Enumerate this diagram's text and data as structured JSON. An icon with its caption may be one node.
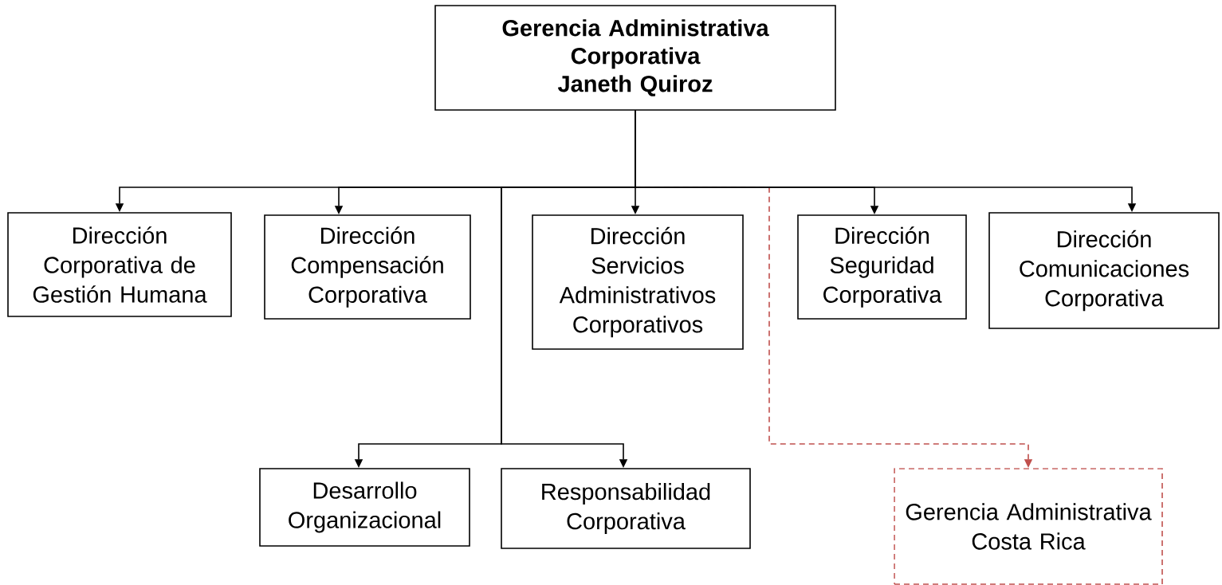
{
  "diagram": {
    "nodes": [
      {
        "text": [
          "Gerencia Administrativa Corporativa",
          "Janeth Quiroz"
        ]
      },
      {
        "text": [
          "Dirección Corporativa de Gestión Humana"
        ]
      },
      {
        "text": [
          "Dirección Compensación Corporativa"
        ]
      },
      {
        "text": [
          "Dirección Servicios Administrativos Corporativos"
        ]
      },
      {
        "text": [
          "Dirección Seguridad Corporativa"
        ]
      },
      {
        "text": [
          "Dirección Comunicaciones Corporativa"
        ]
      },
      {
        "text": [
          "Desarrollo Organizacional"
        ]
      },
      {
        "text": [
          "Responsabilidad Corporativa"
        ]
      },
      {
        "text": [
          "Gerencia Administrativa Costa Rica"
        ]
      }
    ],
    "edges": [
      {
        "from": 0,
        "to": 8,
        "arrow": "to",
        "style": "dashed",
        "color": "#c0504d"
      },
      {
        "from": 0,
        "to": 1,
        "arrow": "to"
      },
      {
        "from": 0,
        "to": 2,
        "arrow": "to"
      },
      {
        "from": 0,
        "to": 3,
        "arrow": "to"
      },
      {
        "from": 0,
        "to": 4,
        "arrow": "to"
      },
      {
        "from": 0,
        "to": 5,
        "arrow": "to"
      },
      {
        "from": 0,
        "to": 6,
        "arrow": "to"
      },
      {
        "from": 0,
        "to": 7,
        "arrow": "to"
      }
    ]
  }
}
